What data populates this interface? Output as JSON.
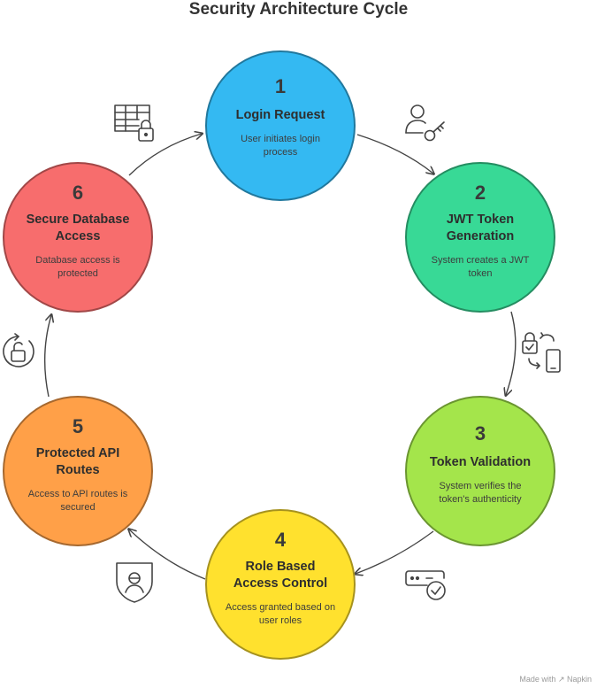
{
  "title": "Security Architecture Cycle",
  "steps": [
    {
      "num": "1",
      "head": "Login Request",
      "desc": "User initiates login process",
      "color": "#34b9f2"
    },
    {
      "num": "2",
      "head": "JWT Token Generation",
      "desc": "System creates a JWT token",
      "color": "#38d996"
    },
    {
      "num": "3",
      "head": "Token Validation",
      "desc": "System verifies the token's authenticity",
      "color": "#a4e54b"
    },
    {
      "num": "4",
      "head": "Role Based Access Control",
      "desc": "Access granted based on user roles",
      "color": "#ffe12e"
    },
    {
      "num": "5",
      "head": "Protected API Routes",
      "desc": "Access to API routes is secured",
      "color": "#ffa048"
    },
    {
      "num": "6",
      "head": "Secure Database Access",
      "desc": "Database access is protected",
      "color": "#f76d6d"
    }
  ],
  "icons": [
    "user-key-icon",
    "lock-phone-sync-icon",
    "password-check-icon",
    "shield-user-icon",
    "unlock-refresh-icon",
    "table-lock-icon"
  ],
  "credit": "Made with ↗ Napkin"
}
